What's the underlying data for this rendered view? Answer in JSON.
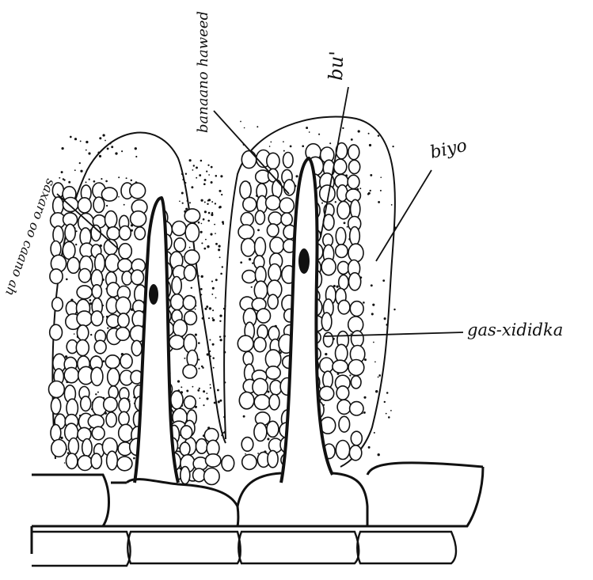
{
  "labels": {
    "stomata_cells": "banaano haweed",
    "pore": "bu'",
    "sheath": "biyo",
    "gas_chamber": "gas-xididka",
    "outer_layer": "saxaro oo caano ah"
  },
  "colors": {
    "ink": "#111111",
    "paper": "#ffffff"
  }
}
